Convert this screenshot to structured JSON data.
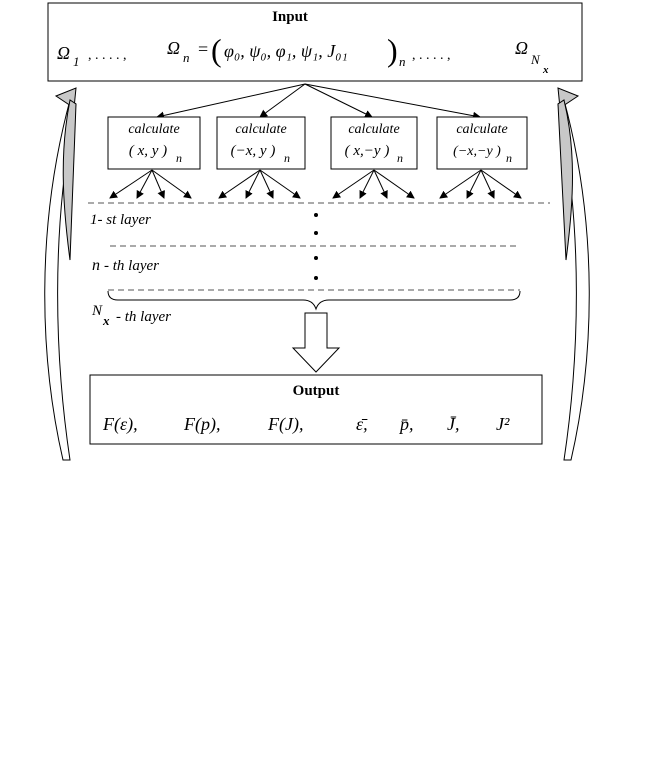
{
  "input": {
    "title": "Input",
    "omega1": "Ω",
    "omega1_sub": "1",
    "dots1": ", . . . . ,",
    "omega_n": "Ω",
    "omega_n_sub": "n",
    "equals": "=",
    "tuple": "φ₀, ψ₀, φ₁, ψ₁, J₀₁",
    "tuple_sub": "n",
    "dots2": ", . . . . ,",
    "omega_nx": "Ω",
    "omega_nx_sub": "N",
    "omega_nx_subsub": "x"
  },
  "calc_boxes": [
    {
      "label": "calculate",
      "expr": "( x, y )",
      "sub": "n"
    },
    {
      "label": "calculate",
      "expr": "(−x, y )",
      "sub": "n"
    },
    {
      "label": "calculate",
      "expr": "( x,−y )",
      "sub": "n"
    },
    {
      "label": "calculate",
      "expr": "(−x,−y )",
      "sub": "n"
    }
  ],
  "layers": {
    "first": "1- st layer",
    "nth_var": "n",
    "nth_rest": "- th layer",
    "last_var": "N",
    "last_sub": "x",
    "last_rest": "- th layer"
  },
  "output": {
    "title": "Output",
    "items": [
      "F(ε),",
      "F(p),",
      "F(J),",
      "ε̄,",
      "p̄,",
      "J̄,",
      "J²"
    ]
  }
}
